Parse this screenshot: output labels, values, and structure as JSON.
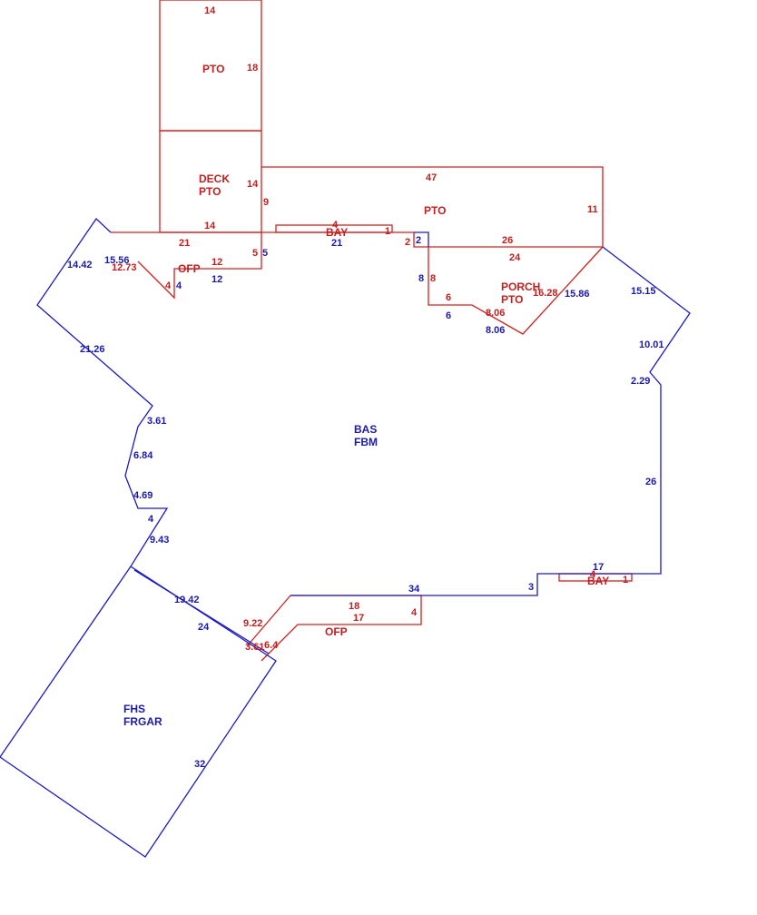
{
  "colors": {
    "outline_red": "#d42020",
    "outline_blue": "#1a1ac8",
    "text_red": "#c41e1e",
    "text_blue": "#1a1ab0"
  },
  "areas": {
    "bas": {
      "code": "BAS",
      "desc": "FBM"
    },
    "fhs": {
      "code": "FHS",
      "desc": "FRGAR"
    },
    "pto_top": {
      "code": "PTO"
    },
    "deck": {
      "code": "DECK",
      "desc": "PTO"
    },
    "pto_right": {
      "code": "PTO"
    },
    "porch": {
      "code": "PORCH",
      "desc": "PTO"
    },
    "ofp_left": {
      "code": "OFP"
    },
    "ofp_bottom": {
      "code": "OFP"
    },
    "bay_top": {
      "code": "BAY"
    },
    "bay_right": {
      "code": "BAY"
    }
  },
  "dims_red": {
    "pto_top_w": "14",
    "pto_top_h": "18",
    "deck_h": "14",
    "deck_w": "14",
    "pto_r_w": "47",
    "pto_r_h": "11",
    "pto_r_9": "9",
    "pto_r_26": "26",
    "pto_r_24": "24",
    "pto_r_2": "2",
    "ofp_21": "21",
    "ofp_1556": "15.56",
    "ofp_1273": "12.73",
    "ofp_12": "12",
    "ofp_4": "4",
    "ofp_5": "5",
    "bay_t_4": "4",
    "bay_t_1": "1",
    "porch_8": "8",
    "porch_6": "6",
    "porch_806": "8.06",
    "porch_1628": "16.28",
    "ofpb_18": "18",
    "ofpb_17": "17",
    "ofpb_4": "4",
    "ofpb_922": "9.22",
    "ofpb_361": "3.61",
    "ofpb_64": "6.4",
    "bay_r_4": "4",
    "bay_r_1": "1"
  },
  "dims_blue": {
    "b1442": "14.42",
    "b2126": "21.26",
    "b361": "3.61",
    "b684": "6.84",
    "b469": "4.69",
    "b4": "4",
    "b943": "9.43",
    "b1942": "19.42",
    "b24": "24",
    "b32": "32",
    "b21": "21",
    "b12": "12",
    "b4b": "4",
    "b5": "5",
    "b2": "2",
    "b8": "8",
    "b6": "6",
    "b806": "8.06",
    "b1586": "15.86",
    "b1515": "15.15",
    "b1001": "10.01",
    "b229": "2.29",
    "b26": "26",
    "b17": "17",
    "b3": "3",
    "b34": "34"
  }
}
